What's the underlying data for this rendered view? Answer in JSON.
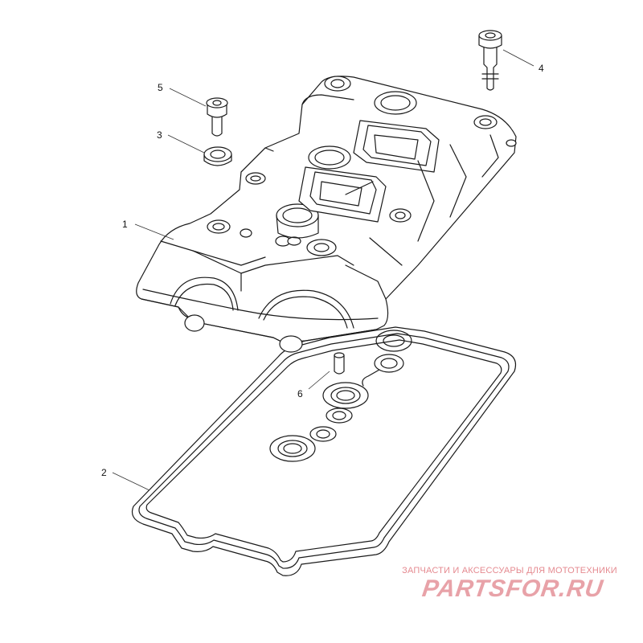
{
  "diagram": {
    "callouts": [
      {
        "id": "1",
        "label": "1"
      },
      {
        "id": "2",
        "label": "2"
      },
      {
        "id": "3",
        "label": "3"
      },
      {
        "id": "4",
        "label": "4"
      },
      {
        "id": "5",
        "label": "5"
      },
      {
        "id": "6",
        "label": "6"
      }
    ],
    "colors": {
      "line": "#1a1a1a",
      "fill": "#ffffff",
      "callout_line": "#333333"
    }
  },
  "watermark": {
    "tagline": "ЗАПЧАСТИ И АКСЕССУАРЫ ДЛЯ МОТОТЕХНИКИ",
    "brand": "PARTSFOR.RU",
    "color": "#e58a90"
  }
}
